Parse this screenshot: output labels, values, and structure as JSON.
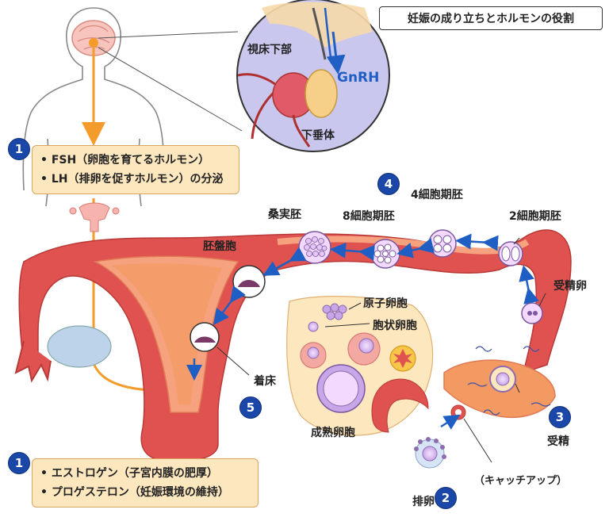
{
  "title": "妊娠の成り立ちとホルモンの役割",
  "brain_inset": {
    "hypothalamus": "視床下部",
    "pituitary": "下垂体",
    "hormone": "GnRH"
  },
  "step1_pituitary": {
    "number": "1",
    "lines": [
      "• FSH（卵胞を育てるホルモン）",
      "• LH（排卵を促すホルモン）の分泌"
    ]
  },
  "step1_ovary": {
    "number": "1",
    "lines": [
      "• エストロゲン（子宮内膜の肥厚）",
      "• プロゲステロン（妊娠環境の維持）"
    ]
  },
  "stages": {
    "blastocyst": "胚盤胞",
    "morula": "桑実胚",
    "cell8": "8細胞期胚",
    "cell4": "4細胞期胚",
    "cell2": "2細胞期胚",
    "zygote": "受精卵",
    "primordial": "原子卵胞",
    "antral": "胞状卵胞",
    "mature": "成熟卵胞",
    "implantation": "着床",
    "ovulation": "排卵",
    "pickup": "（キャッチアップ）",
    "fertilization": "受精"
  },
  "badges": {
    "b2": "2",
    "b3": "3",
    "b4": "4",
    "b5": "5"
  },
  "colors": {
    "uterus": "#e0524f",
    "uterus_inner": "#f6a27e",
    "endometrium": "#f08a5a",
    "ovary_area": "#fde7bf",
    "badge": "#1a47a8",
    "arrow_orange": "#f39c2b",
    "arrow_blue": "#1f5fc4"
  }
}
